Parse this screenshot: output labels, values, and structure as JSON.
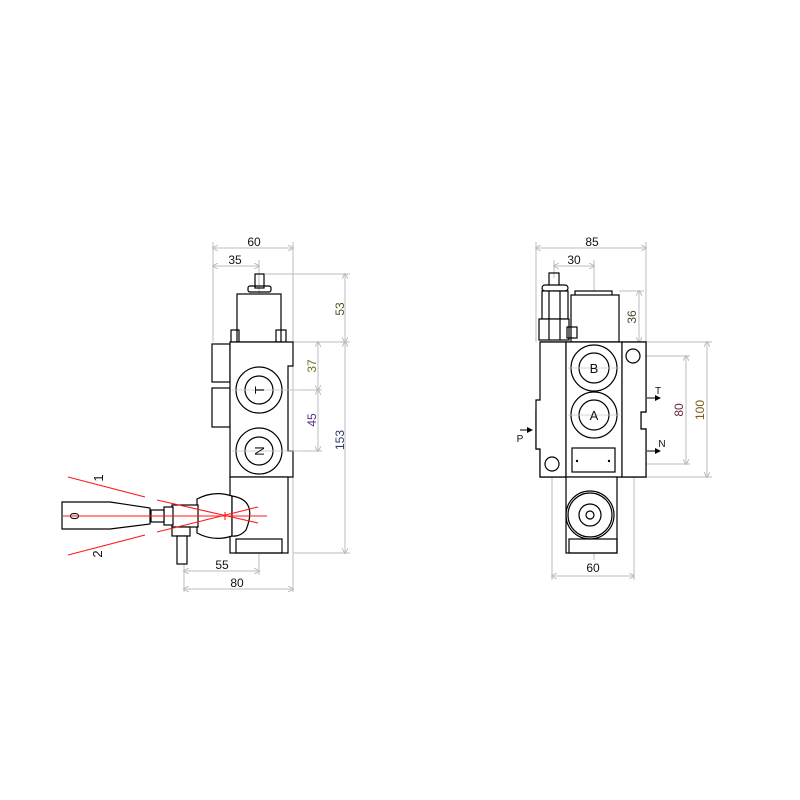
{
  "title": "Hydraulic directional control valve – dimensional drawing",
  "side_view": {
    "dimensions": {
      "width_total": "60",
      "width_axis": "35",
      "height_top": "53",
      "height_body": "153",
      "port_t_offset": "37",
      "port_spacing": "45",
      "lever_axis": "55",
      "lever_total": "80"
    },
    "ports": {
      "t": "T",
      "n": "N"
    },
    "lever_positions": {
      "neutral": "0",
      "pos1": "1",
      "pos2": "2"
    }
  },
  "front_view": {
    "dimensions": {
      "width_total": "85",
      "relief_axis": "30",
      "cap_height": "36",
      "hole_spacing": "80",
      "body_height": "100",
      "bottom_width": "60"
    },
    "ports": {
      "b": "B",
      "a": "A",
      "t": "T",
      "n": "N",
      "p": "P"
    }
  },
  "colors": {
    "outline": "#000000",
    "dimension": "#bdbdbd",
    "lever_range": "#ff1a1a"
  }
}
